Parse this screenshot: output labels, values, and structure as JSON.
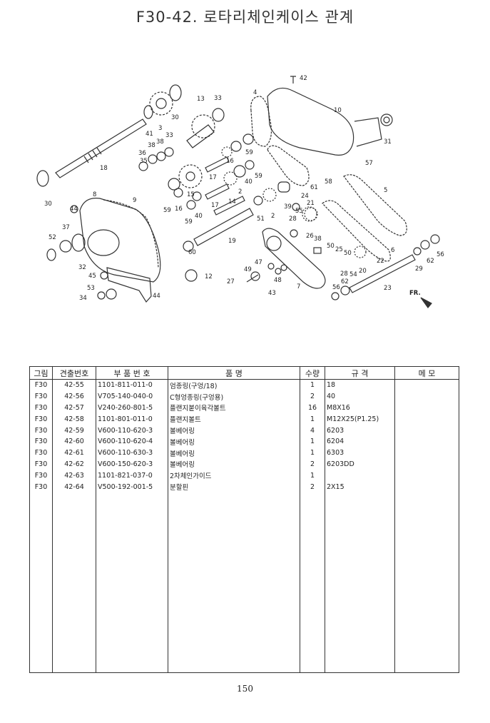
{
  "title": "F30-42. 로타리체인케이스 관계",
  "diagram": {
    "callouts": [
      "42",
      "30",
      "3",
      "13",
      "33",
      "4",
      "10",
      "41",
      "38",
      "33",
      "36",
      "35",
      "18",
      "17",
      "16",
      "59",
      "40",
      "60",
      "61",
      "58",
      "57",
      "31",
      "30",
      "8",
      "9",
      "15",
      "16",
      "59",
      "17",
      "14",
      "2",
      "40",
      "59",
      "51",
      "2",
      "39",
      "55",
      "21",
      "28",
      "26",
      "38",
      "24",
      "5",
      "44",
      "37",
      "52",
      "32",
      "19",
      "47",
      "49",
      "48",
      "43",
      "7",
      "50",
      "25",
      "50",
      "54",
      "20",
      "22",
      "28",
      "56",
      "62",
      "29",
      "56",
      "45",
      "53",
      "34",
      "44",
      "12",
      "27",
      "23",
      "6"
    ],
    "direction_label": "FR."
  },
  "table": {
    "headers": [
      "그림",
      "견출번호",
      "부 품 번 호",
      "품          명",
      "수량",
      "규       격",
      "메       모"
    ],
    "rows": [
      [
        "F30",
        "42-55",
        "1101-811-011-0",
        "엄종링(구엉/18)",
        "1",
        "18",
        ""
      ],
      [
        "F30",
        "42-56",
        "V705-140-040-0",
        "C형엉종링(구엉용)",
        "2",
        "40",
        ""
      ],
      [
        "F30",
        "42-57",
        "V240-260-801-5",
        "플랜지붙이육각볼트",
        "16",
        "M8X16",
        ""
      ],
      [
        "F30",
        "42-58",
        "1101-801-011-0",
        "플랜지볼트",
        "1",
        "M12X25(P1.25)",
        ""
      ],
      [
        "F30",
        "42-59",
        "V600-110-620-3",
        "볼베어링",
        "4",
        "6203",
        ""
      ],
      [
        "F30",
        "42-60",
        "V600-110-620-4",
        "볼베어링",
        "1",
        "6204",
        ""
      ],
      [
        "F30",
        "42-61",
        "V600-110-630-3",
        "볼베어링",
        "1",
        "6303",
        ""
      ],
      [
        "F30",
        "42-62",
        "V600-150-620-3",
        "볼베어링",
        "2",
        "6203DD",
        ""
      ],
      [
        "F30",
        "42-63",
        "1101-821-037-0",
        "2차체인가이드",
        "1",
        "",
        ""
      ],
      [
        "F30",
        "42-64",
        "V500-192-001-5",
        "분할핀",
        "2",
        "2X15",
        ""
      ]
    ]
  },
  "page_number": "150"
}
